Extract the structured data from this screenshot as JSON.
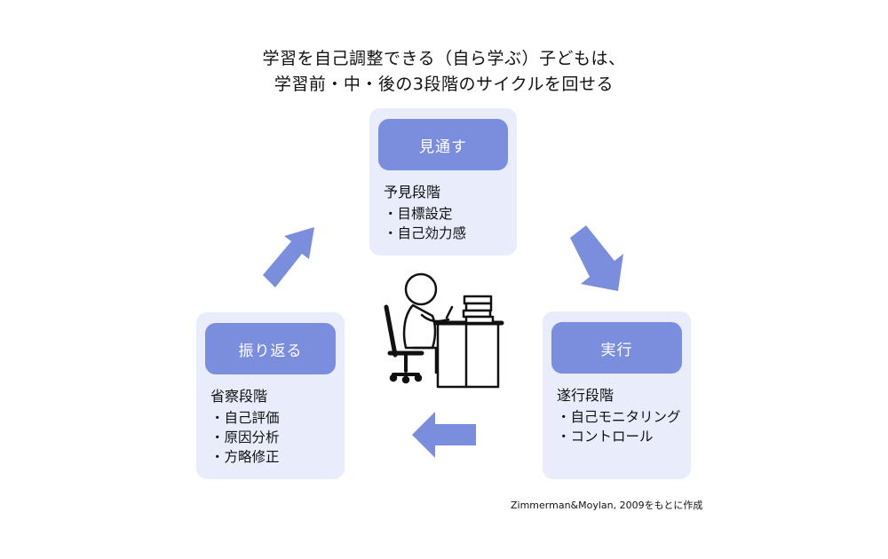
{
  "title": {
    "line1": "学習を自己調整できる（自ら学ぶ）子どもは、",
    "line2": "学習前・中・後の3段階のサイクルを回せる"
  },
  "cards": {
    "forethought": {
      "heading": "見通す",
      "stage": "予見段階",
      "items": [
        "目標設定",
        "自己効力感"
      ]
    },
    "performance": {
      "heading": "実行",
      "stage": "遂行段階",
      "items": [
        "自己モニタリング",
        "コントロール"
      ]
    },
    "reflection": {
      "heading": "振り返る",
      "stage": "省察段階",
      "items": [
        "自己評価",
        "原因分析",
        "方略修正"
      ]
    }
  },
  "citation": "Zimmerman&Moylan, 2009をもとに作成",
  "colors": {
    "card_bg": "#e8ecfb",
    "card_header": "#7b8ede",
    "arrow": "#7b8ede"
  },
  "icons": [
    "student-at-desk-icon"
  ]
}
